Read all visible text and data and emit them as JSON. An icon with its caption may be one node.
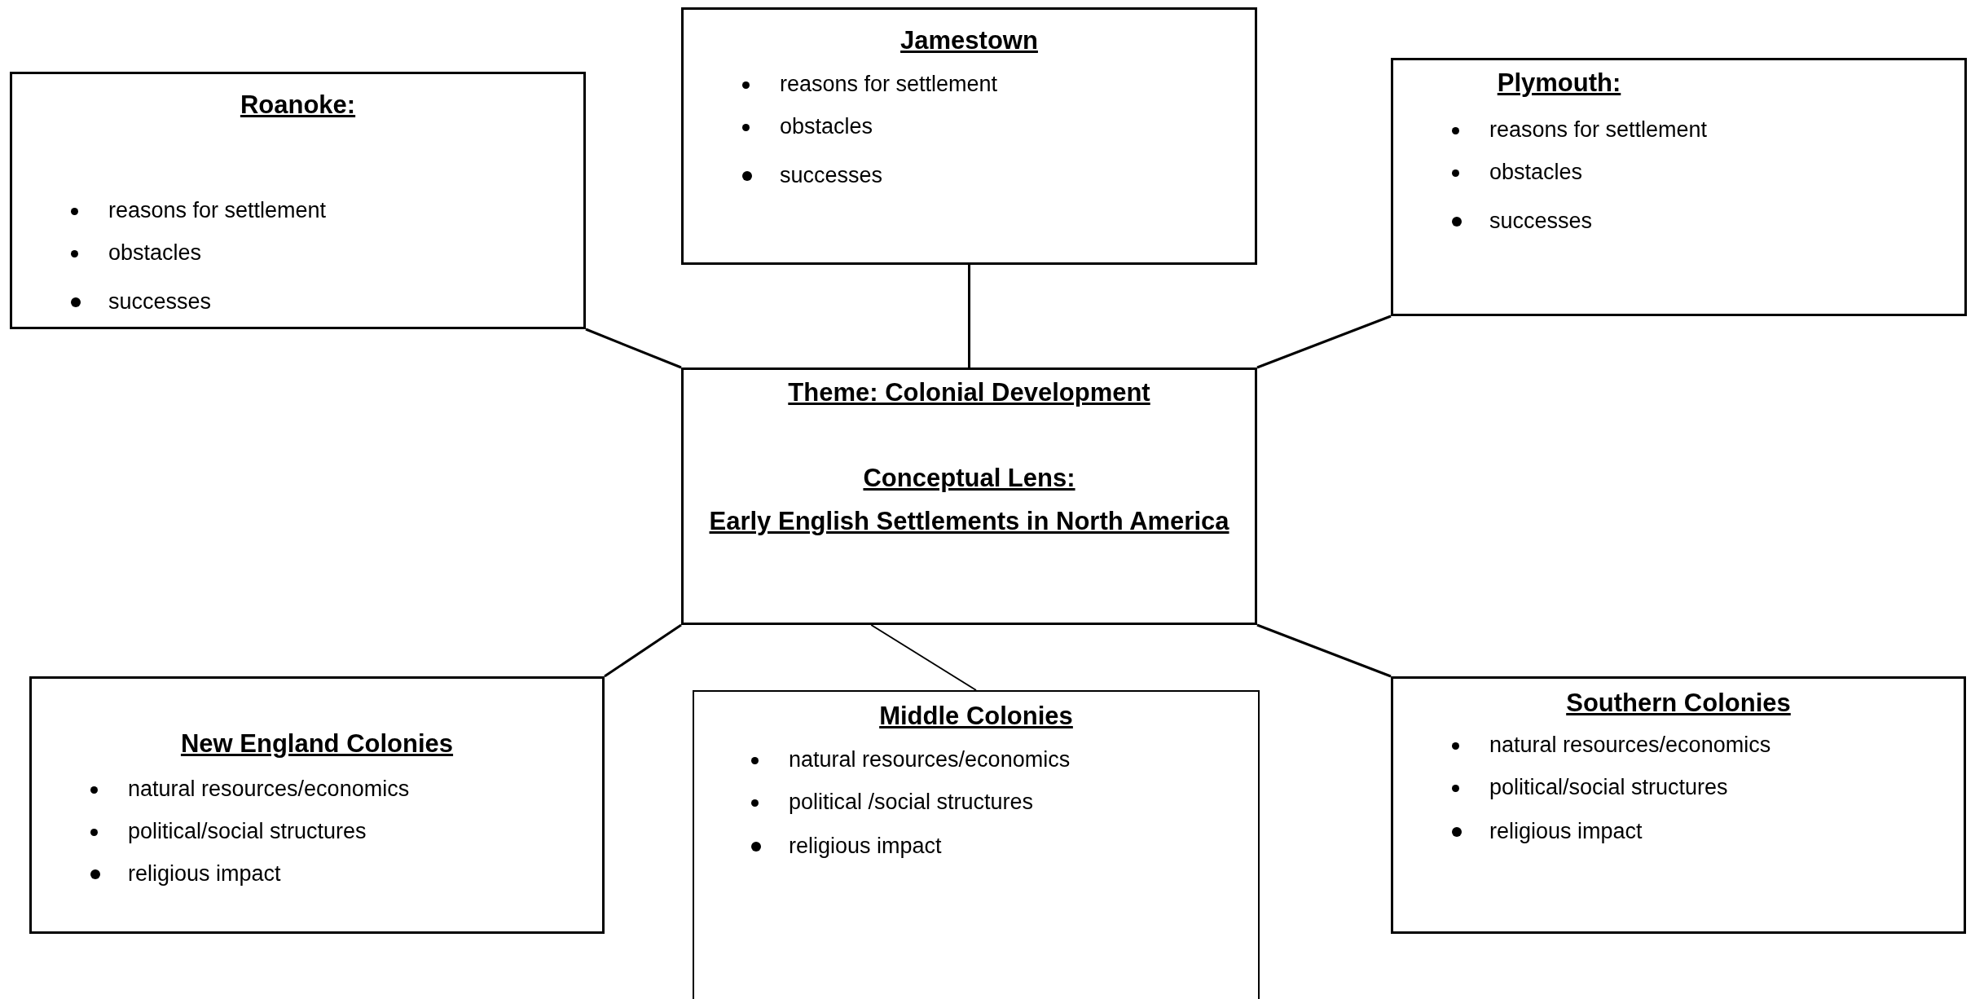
{
  "diagram": {
    "nodes": [
      {
        "text": [
          "Roanoke:",
          "reasons for settlement",
          "obstacles",
          "successes"
        ]
      },
      {
        "text": [
          "Jamestown",
          "reasons for settlement",
          "obstacles",
          "successes"
        ]
      },
      {
        "text": [
          "Plymouth:",
          "reasons for settlement",
          "obstacles",
          "successes"
        ]
      },
      {
        "text": [
          "Theme: Colonial Development",
          "Conceptual Lens:",
          "Early English Settlements in North America"
        ]
      },
      {
        "text": [
          "New England Colonies",
          "natural resources/economics",
          "political/social structures",
          "religious impact"
        ]
      },
      {
        "text": [
          "Middle Colonies",
          "natural resources/economics",
          "political /social structures",
          "religious impact"
        ]
      },
      {
        "text": [
          "Southern Colonies",
          "natural resources/economics",
          "political/social  structures",
          "religious impact"
        ]
      }
    ],
    "edges": [
      {
        "from": 0,
        "to": 3,
        "arrow": "none"
      },
      {
        "from": 1,
        "to": 3,
        "arrow": "none"
      },
      {
        "from": 2,
        "to": 3,
        "arrow": "none"
      },
      {
        "from": 3,
        "to": 4,
        "arrow": "none"
      },
      {
        "from": 3,
        "to": 5,
        "arrow": "none"
      },
      {
        "from": 3,
        "to": 6,
        "arrow": "none"
      }
    ]
  }
}
